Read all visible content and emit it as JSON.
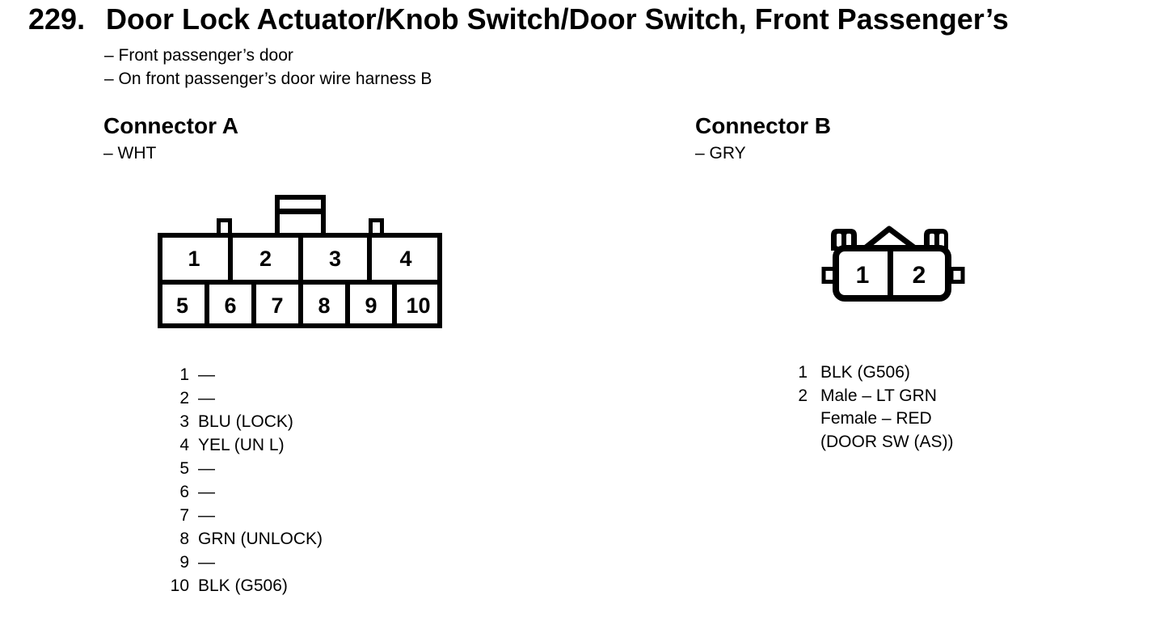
{
  "page": {
    "number": "229.",
    "title": "Door Lock Actuator/Knob Switch/Door Switch, Front Passenger’s",
    "location_notes": [
      "– Front passenger’s door",
      "– On front passenger’s door wire harness B"
    ]
  },
  "connector_a": {
    "heading": "Connector A",
    "color_note": "– WHT",
    "cavity_numbers_top": [
      "1",
      "2",
      "3",
      "4"
    ],
    "cavity_numbers_bottom": [
      "5",
      "6",
      "7",
      "8",
      "9",
      "10"
    ],
    "pinout": [
      {
        "pin": "1",
        "wire": "—"
      },
      {
        "pin": "2",
        "wire": "—"
      },
      {
        "pin": "3",
        "wire": "BLU (LOCK)"
      },
      {
        "pin": "4",
        "wire": "YEL (UN L)"
      },
      {
        "pin": "5",
        "wire": "—"
      },
      {
        "pin": "6",
        "wire": "—"
      },
      {
        "pin": "7",
        "wire": "—"
      },
      {
        "pin": "8",
        "wire": "GRN (UNLOCK)"
      },
      {
        "pin": "9",
        "wire": "—"
      },
      {
        "pin": "10",
        "wire": "BLK (G506)"
      }
    ]
  },
  "connector_b": {
    "heading": "Connector B",
    "color_note": "– GRY",
    "cavity_numbers": [
      "1",
      "2"
    ],
    "pinout": [
      {
        "pin": "1",
        "wire": "BLK (G506)"
      },
      {
        "pin": "2",
        "wire": "Male – LT GRN"
      },
      {
        "pin": "",
        "wire": "Female – RED"
      },
      {
        "pin": "",
        "wire": "(DOOR SW (AS))"
      }
    ]
  },
  "colors": {
    "ink": "#000000",
    "background": "#ffffff"
  }
}
